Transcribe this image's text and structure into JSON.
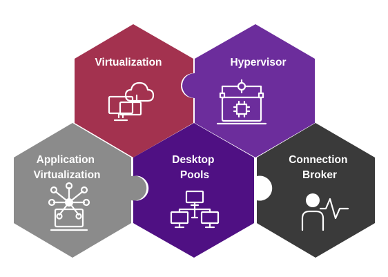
{
  "colors": {
    "virtualization": "#a3324f",
    "hypervisor": "#6c2d9c",
    "application_virtualization": "#8b8b8b",
    "desktop_pools": "#4f1083",
    "connection_broker": "#3a3a3a",
    "background": "#ffffff",
    "text": "#ffffff"
  },
  "pieces": [
    {
      "id": "virtualization",
      "label_lines": [
        "Virtualization"
      ],
      "icon": "cloud-computer-icon"
    },
    {
      "id": "hypervisor",
      "label_lines": [
        "Hypervisor"
      ],
      "icon": "laptop-chip-icon"
    },
    {
      "id": "application_virtualization",
      "label_lines": [
        "Application",
        "Virtualization"
      ],
      "icon": "app-network-laptop-icon"
    },
    {
      "id": "desktop_pools",
      "label_lines": [
        "Desktop",
        "Pools"
      ],
      "icon": "networked-monitors-icon"
    },
    {
      "id": "connection_broker",
      "label_lines": [
        "Connection",
        "Broker"
      ],
      "icon": "user-pulse-icon"
    }
  ]
}
